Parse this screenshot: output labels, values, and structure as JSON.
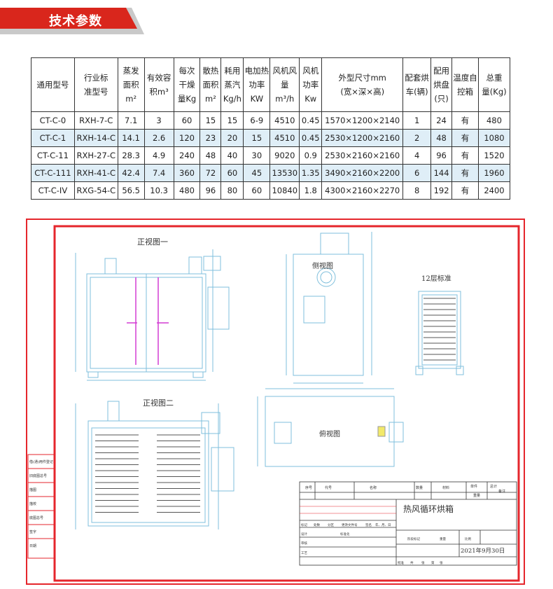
{
  "section_title": "技术参数",
  "colors": {
    "banner": "#d9261c",
    "row_alt": "#dfeef7",
    "frame": "#e5262c",
    "cad": "#7fbfdc"
  },
  "table": {
    "headers": [
      "通用型号",
      "行业标\n准型号",
      "蒸发\n面积\nm²",
      "有效容\n积m³",
      "每次\n干燥\n量Kg",
      "散热\n面积\nm²",
      "耗用\n蒸汽\nKg/h",
      "电加热\n功率\nKW",
      "风机风\n量\nm³/h",
      "风机\n功率\nKw",
      "外型尺寸mm\n(宽×深×高)",
      "配套烘\n车(辆)",
      "配用\n烘盘\n(只)",
      "温度自\n控箱",
      "总重\n量(Kg)"
    ],
    "rows": [
      [
        "CT-C-0",
        "RXH-7-C",
        "7.1",
        "3",
        "60",
        "15",
        "15",
        "6-9",
        "4510",
        "0.45",
        "1570×1200×2140",
        "1",
        "24",
        "有",
        "480"
      ],
      [
        "CT-C-1",
        "RXH-14-C",
        "14.1",
        "2.6",
        "120",
        "23",
        "20",
        "15",
        "4510",
        "0.45",
        "2530×1200×2160",
        "2",
        "48",
        "有",
        "1080"
      ],
      [
        "CT-C-11",
        "RXH-27-C",
        "28.3",
        "4.9",
        "240",
        "48",
        "40",
        "30",
        "9020",
        "0.9",
        "2530×2160×2160",
        "4",
        "96",
        "有",
        "1520"
      ],
      [
        "CT-C-111",
        "RXH-41-C",
        "42.4",
        "7.4",
        "360",
        "72",
        "60",
        "45",
        "13530",
        "1.35",
        "3490×2160×2200",
        "6",
        "144",
        "有",
        "1960"
      ],
      [
        "CT-C-IV",
        "RXG-54-C",
        "56.5",
        "10.3",
        "480",
        "96",
        "80",
        "60",
        "10840",
        "1.8",
        "4300×2160×2270",
        "8",
        "192",
        "有",
        "2400"
      ]
    ]
  },
  "drawing": {
    "front_view_1": "正视图一",
    "side_view": "侧视图",
    "tray_standard": "12层标准",
    "front_view_2": "正视图二",
    "top_view": "俯视图",
    "product_name": "热风循环烘箱",
    "date": "2021年9月30日",
    "title_headers": [
      "序号",
      "代号",
      "名称",
      "数量",
      "材料",
      "单件",
      "总计",
      "备注",
      "重量"
    ],
    "title_rows": [
      "标记",
      "处数",
      "分区",
      "更改文件号",
      "签名",
      "年、月、日",
      "设计",
      "标准化",
      "阶段标记",
      "重量",
      "比例",
      "审核",
      "工艺",
      "批准",
      "共",
      "张",
      "第",
      "张"
    ],
    "side_labels": [
      "借(通)用件登记",
      "旧底图总号",
      "描图",
      "描校",
      "底图总号",
      "签字",
      "日期"
    ]
  }
}
